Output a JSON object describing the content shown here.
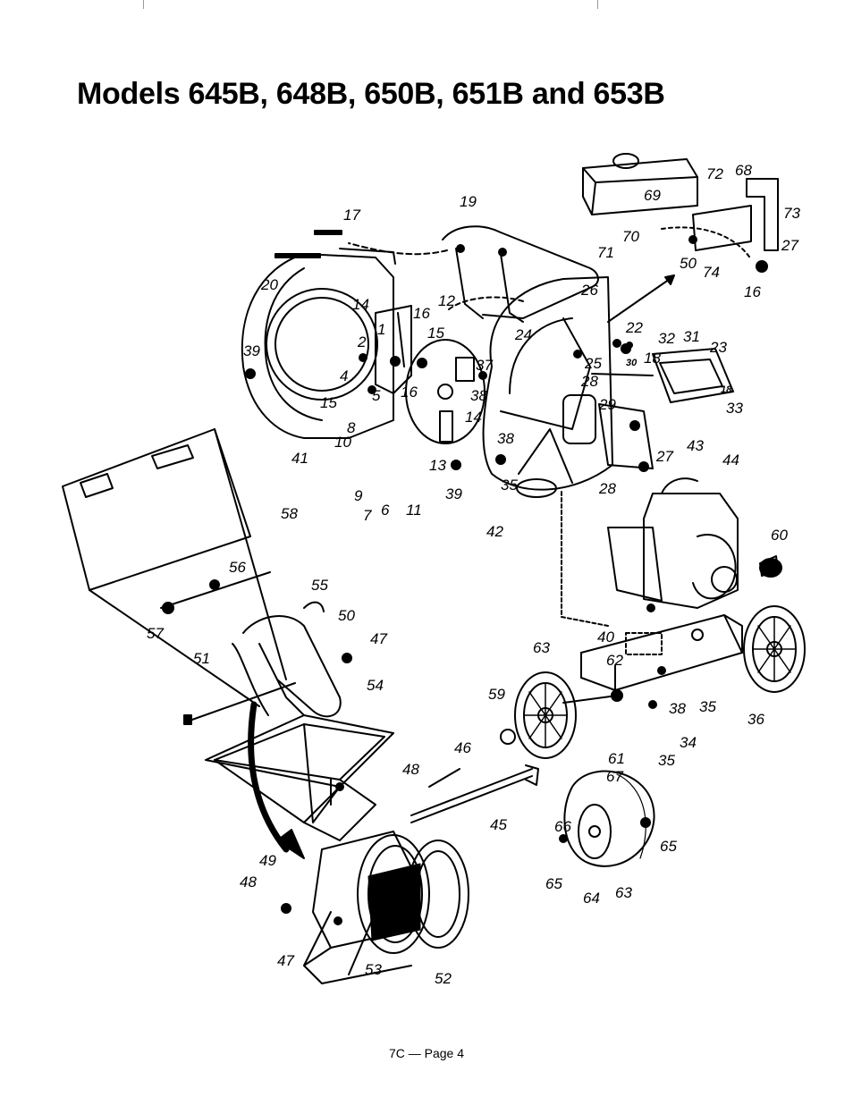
{
  "title": "Models 645B, 648B, 650B, 651B and 653B",
  "footer": "7C — Page 4",
  "callouts": [
    "17",
    "19",
    "20",
    "72",
    "68",
    "69",
    "73",
    "70",
    "71",
    "27",
    "50",
    "74",
    "16",
    "26",
    "14",
    "16",
    "12",
    "24",
    "1",
    "15",
    "2",
    "22",
    "32",
    "31",
    "23",
    "39",
    "4",
    "30",
    "18",
    "25",
    "37",
    "18",
    "15",
    "5",
    "16",
    "38",
    "28",
    "33",
    "29",
    "8",
    "14",
    "10",
    "38",
    "27",
    "43",
    "44",
    "13",
    "39",
    "35",
    "28",
    "9",
    "6",
    "11",
    "42",
    "41",
    "7",
    "58",
    "60",
    "56",
    "55",
    "57",
    "50",
    "47",
    "40",
    "51",
    "63",
    "62",
    "54",
    "59",
    "38",
    "35",
    "36",
    "34",
    "61",
    "35",
    "46",
    "48",
    "67",
    "45",
    "66",
    "65",
    "49",
    "48",
    "65",
    "64",
    "63",
    "47",
    "53",
    "52"
  ]
}
